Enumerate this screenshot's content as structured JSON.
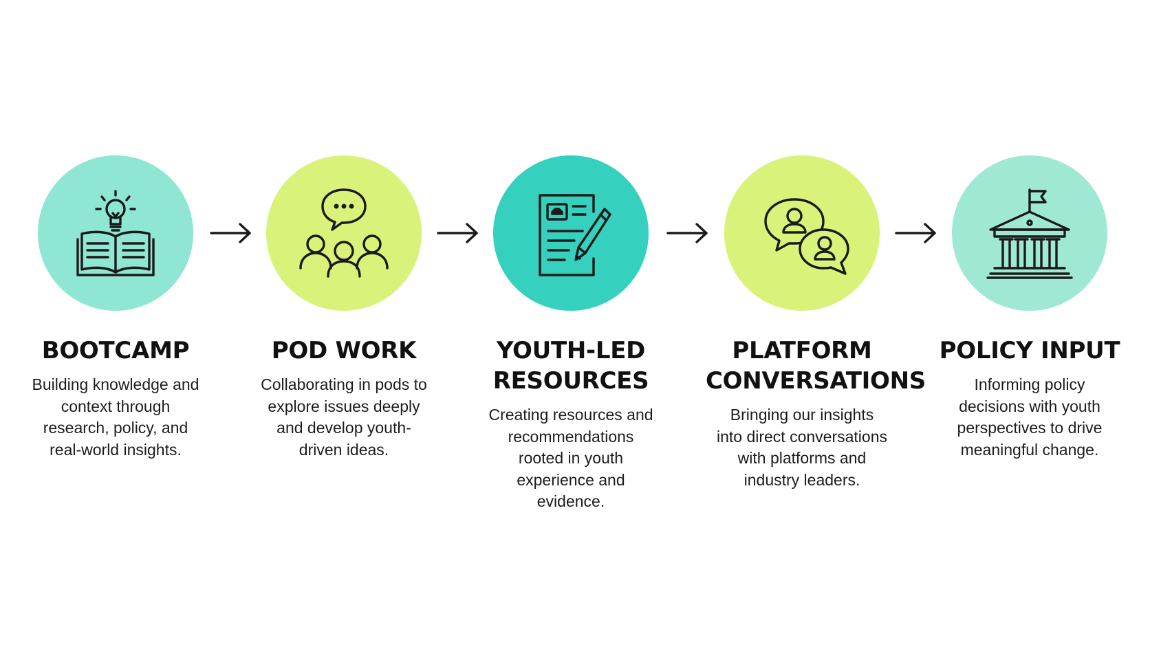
{
  "steps": [
    {
      "title": "BOOTCAMP",
      "description": "Building knowledge and context through research, policy, and real-world insights.",
      "icon": "book-lightbulb-icon",
      "color": "#8FE6D2"
    },
    {
      "title": "POD WORK",
      "description": "Collaborating in pods to explore issues deeply and develop youth-driven ideas.",
      "icon": "group-chat-icon",
      "color": "#D9F27A"
    },
    {
      "title": "YOUTH-LED RESOURCES",
      "description": "Creating resources and recommendations rooted in youth experience and evidence.",
      "icon": "document-pencil-icon",
      "color": "#36D1BE"
    },
    {
      "title": "PLATFORM CONVERSATIONS",
      "description": "Bringing our insights into direct conversations with platforms and industry leaders.",
      "icon": "conversation-bubbles-icon",
      "color": "#D9F27A"
    },
    {
      "title": "POLICY INPUT",
      "description": "Informing policy decisions with youth perspectives to drive meaningful change.",
      "icon": "government-building-icon",
      "color": "#9EE8D4"
    }
  ]
}
